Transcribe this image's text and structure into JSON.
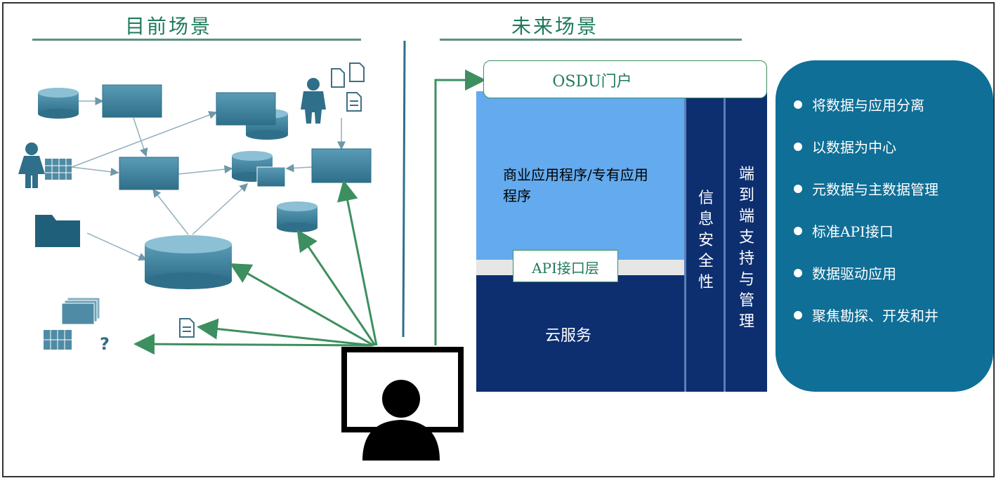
{
  "current": {
    "title": "目前场景",
    "unknown_mark": "?"
  },
  "future": {
    "title": "未来场景",
    "portal": "OSDU门户",
    "business_apps": "商业应用程序/专有应用程序",
    "api_layer": "API接口层",
    "cloud": "云服务",
    "security": "信息安全性",
    "end_to_end": "端到端支持与管理"
  },
  "benefits": [
    "将数据与应用分离",
    "以数据为中心",
    "元数据与主数据管理",
    "标准API接口",
    "数据驱动应用",
    "聚焦勘探、开发和井"
  ],
  "colors": {
    "heading": "#1f7a5c",
    "arrow_green": "#3d8f5f",
    "db_teal": "#3e7f99",
    "light_blue": "#64aaee",
    "navy": "#0d2f70",
    "panel": "#0f6f97"
  }
}
